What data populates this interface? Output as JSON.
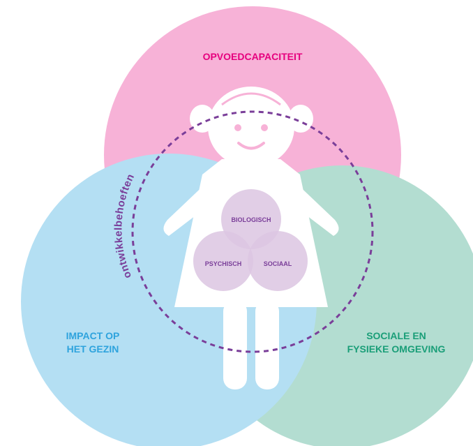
{
  "circles": {
    "top": {
      "label": "OPVOEDCAPACITEIT",
      "fill": "#f7b2d7",
      "text_color": "#e6007e"
    },
    "left": {
      "label_line1": "IMPACT OP",
      "label_line2": "HET GEZIN",
      "fill": "#b4dff3",
      "text_color": "#2ea3dd"
    },
    "right": {
      "label_line1": "SOCIALE EN",
      "label_line2": "FYSIEKE OMGEVING",
      "fill": "#b3ddd1",
      "text_color": "#1a9e78"
    }
  },
  "ring": {
    "label": "ontwikkelbehoeften",
    "color": "#7a3e99"
  },
  "inner": {
    "top": "BIOLOGISCH",
    "left": "PSYCHISCH",
    "right": "SOCIAAL",
    "fill": "#dcc5e2",
    "text_color": "#7a3e99"
  },
  "figure": {
    "name": "child-figure",
    "color": "#ffffff"
  }
}
